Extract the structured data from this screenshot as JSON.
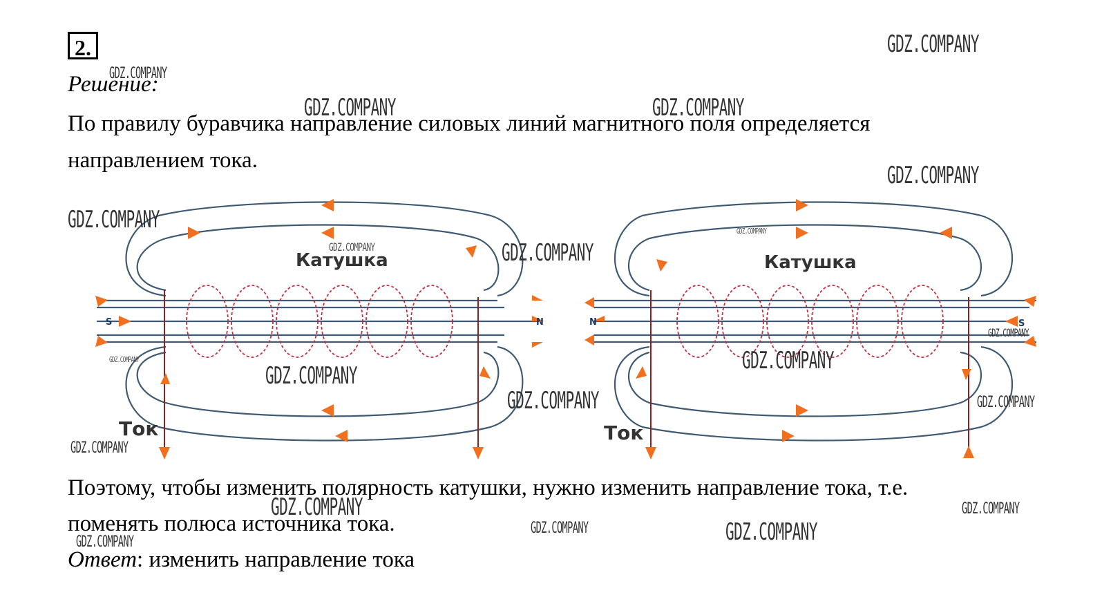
{
  "task_number": "2.",
  "solution_label": "Решение:",
  "paragraph1_line1": "По правилу буравчика направление силовых линий магнитного поля определяется",
  "paragraph1_line2": "направлением тока.",
  "paragraph2_line1": "Поэтому, чтобы изменить полярность катушки, нужно изменить направление тока, т.е.",
  "paragraph2_line2": "поменять полюса источника тока.",
  "answer_label": "Ответ",
  "answer_text": ": изменить направление тока",
  "diagram": {
    "coil_label": "Катушка",
    "current_label": "Ток",
    "pole_s": "S",
    "pole_n": "N",
    "line_color": "#3f5a72",
    "arrow_color": "#f07020",
    "coil_color": "#c03040",
    "wire_color": "#8a2020"
  },
  "watermark": "GDZ.COMPANY"
}
